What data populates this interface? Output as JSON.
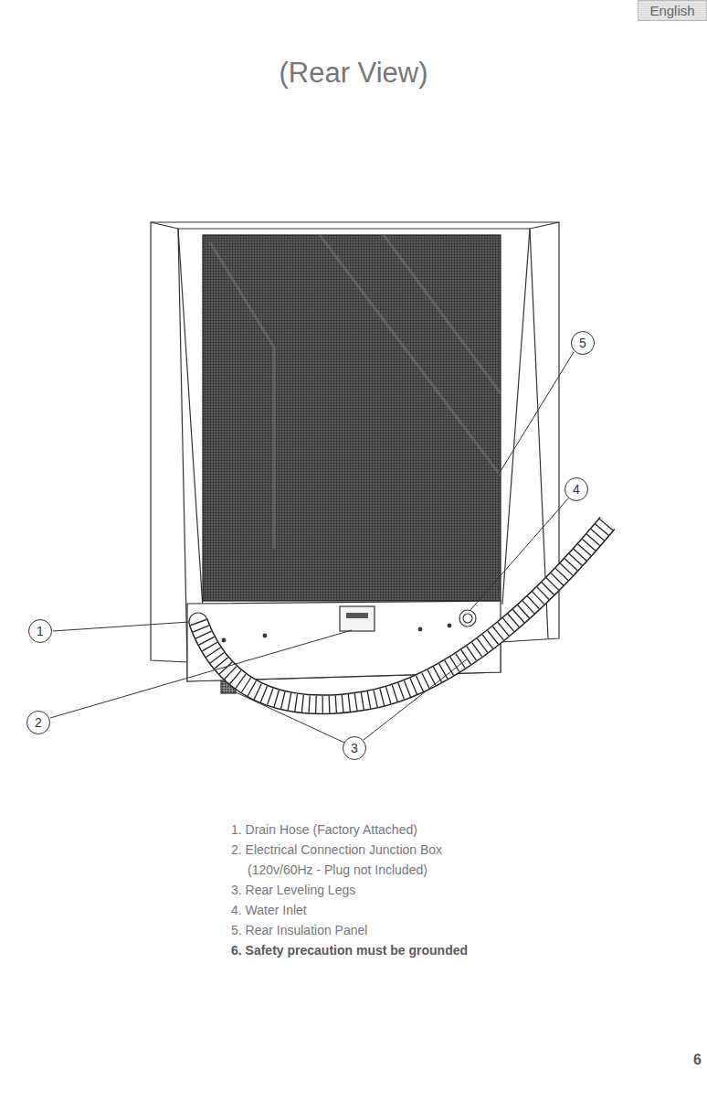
{
  "diagram": {
    "title": "(Rear View)",
    "nodes": [
      {
        "text": [
          "English"
        ]
      },
      {
        "text": [
          "5"
        ]
      },
      {
        "text": [
          "4"
        ]
      },
      {
        "text": [
          "1"
        ]
      },
      {
        "text": [
          "2"
        ]
      },
      {
        "text": [
          "3"
        ]
      }
    ],
    "labels": [
      "1. Drain Hose (Factory Attached)",
      "2. Electrical Connection Junction Box (120v/60Hz - Plug not Included)",
      "3. Rear Leveling Legs",
      "4. Water Inlet",
      "5. Rear Insulation Panel",
      "6. Safety precaution must be grounded",
      "6"
    ]
  }
}
